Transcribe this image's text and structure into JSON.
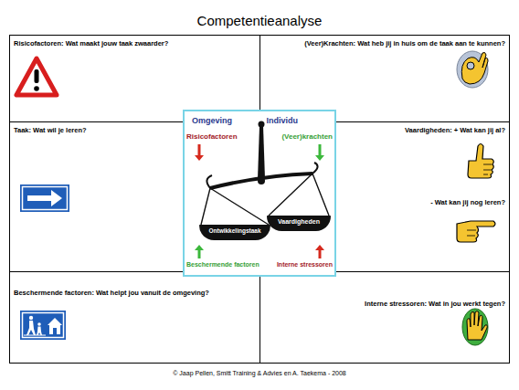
{
  "diagram": {
    "title": "Competentieanalyse",
    "caption": "© Jaap Pellen, Smitt Training & Advies en A. Taekema  - 2008",
    "nodes": [
      {
        "text": [
          "Risicofactoren: Wat maakt jouw taak zwaarder?"
        ]
      },
      {
        "text": [
          "(Veer)Krachten: Wat heb jij in huis om de taak aan te kunnen?"
        ]
      },
      {
        "text": [
          "Taak: Wat wil je leren?"
        ]
      },
      {
        "text": [
          "Omgeving",
          "Individu",
          "Risicofactoren",
          "(Veer)krachten",
          "Ontwikkelingstaak",
          "Vaardigheden",
          "Beschermende factoren",
          "Interne stressoren"
        ]
      },
      {
        "text": [
          "Vaardigheden: + Wat kan jij al?",
          "- Wat kan jij nog leren?"
        ]
      },
      {
        "text": [
          "Beschermende factoren: Wat helpt jou vanuit de omgeving?"
        ]
      },
      {
        "text": [
          "Interne stressoren: Wat in jou werkt tegen?"
        ]
      }
    ]
  }
}
